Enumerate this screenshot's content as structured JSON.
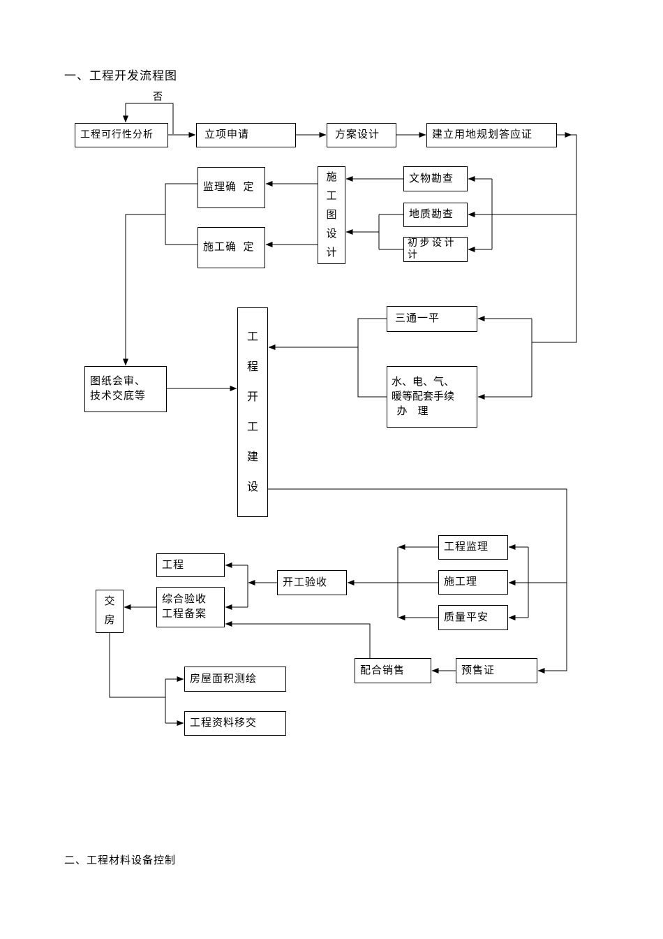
{
  "page": {
    "section1_title": "一、工程开发流程图",
    "section2_title": "二、工程材料设备控制",
    "no_label": "否",
    "colors": {
      "background": "#ffffff",
      "line": "#000000",
      "text": "#000000"
    }
  },
  "flowchart": {
    "nodes": {
      "feasibility": "工程可行性分析",
      "approval": "立项申请",
      "scheme": "方案设计",
      "permit": "建立用地规划答应证",
      "supervision_confirm": "监理确  定",
      "construction_confirm": "施工确  定",
      "drawing_design": "施\n工\n图\n设\n计",
      "relics_survey": "文物勘查",
      "geology_survey": "地质勘查",
      "preliminary_design": "初 步 设 计\n计",
      "three_supply": "三通一平",
      "utilities": "水、电、气、\n暖等配套手续\n  办    理",
      "drawing_review": "图纸会审、\n技术交底等",
      "construction_start": "工\n程\n开\n工\n建\n设",
      "eng_supervision": "工程监理",
      "construction_mgmt": "施工理",
      "quality_safety": "质量平安",
      "start_acceptance": "开工验收",
      "project": "工程",
      "comprehensive_acceptance": "综合验收\n工程备案",
      "handover": "交\n房",
      "sales_support": "配合销售",
      "presale_permit": "预售证",
      "area_survey": "房屋面积测绘",
      "data_transfer": "工程资料移交"
    }
  }
}
